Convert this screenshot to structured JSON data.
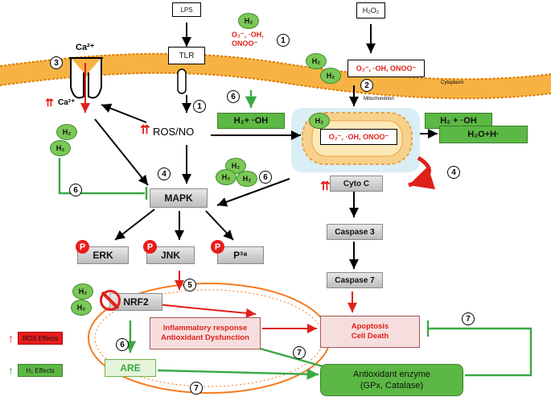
{
  "top": {
    "lps": "LPS",
    "h2o2": "H₂O₂",
    "tlr": "TLR"
  },
  "radicals": "O₂⁻, ·OH, ONOO⁻",
  "radicals_mito": "O₂⁻, ·OH, ONOO⁻",
  "h2": "H₂",
  "ca": {
    "outer": "Ca²⁺",
    "inner": "Ca²⁺"
  },
  "labels": {
    "cytoplasm": "Cytoplasm",
    "mitochondrion": "Mitochondrion",
    "ros_no": "ROS/NO"
  },
  "reactions": {
    "left": "H₂+ ·OH",
    "right": "H₂ + ·OH",
    "product": "H₂O+H·"
  },
  "nodes": {
    "mapk": "MAPK",
    "erk": "ERK",
    "jnk": "JNK",
    "p38": "P³⁸",
    "cytoc": "Cyto C",
    "casp3": "Caspase 3",
    "casp7": "Caspase 7",
    "nrf2": "NRF2",
    "are": "ARE",
    "inflam1": "Inflammatory response",
    "inflam2": "Antioxidant Dysfunction",
    "apop1": "Apoptosis",
    "apop2": "Cell Death",
    "enz1": "Antioxidant enzyme",
    "enz2": "(GPx, Catalase)",
    "p": "P"
  },
  "legend": {
    "ros": "ROS Effects",
    "h2": "H₂ Effects"
  },
  "steps": [
    "1",
    "2",
    "3",
    "4",
    "5",
    "6",
    "7"
  ]
}
